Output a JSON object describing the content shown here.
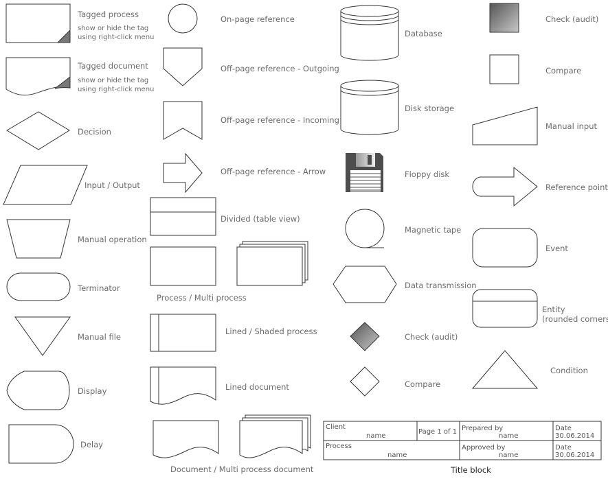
{
  "shapes": {
    "tagged_process": {
      "label": "Tagged process",
      "note1": "show or hide the tag",
      "note2": "using right-click menu"
    },
    "tagged_document": {
      "label": "Tagged document",
      "note1": "show or hide the tag",
      "note2": "using right-click menu"
    },
    "decision": "Decision",
    "input_output": "Input / Output",
    "manual_operation": "Manual operation",
    "terminator": "Terminator",
    "manual_file": "Manual file",
    "display": "Display",
    "delay": "Delay",
    "on_page_reference": "On-page reference",
    "off_page_outgoing": "Off-page reference - Outgoing",
    "off_page_incoming": "Off-page reference - Incoming",
    "off_page_arrow": "Off-page reference - Arrow",
    "divided": "Divided (table view)",
    "process_multi": "Process / Multi process",
    "lined_shaded": "Lined / Shaded process",
    "lined_document": "Lined document",
    "document_multi": "Document / Multi process document",
    "database": "Database",
    "disk_storage": "Disk storage",
    "floppy_disk": "Floppy disk",
    "magnetic_tape": "Magnetic tape",
    "data_transmission": "Data transmission",
    "check_audit_diamond": "Check (audit)",
    "compare_diamond": "Compare",
    "check_audit_square": "Check (audit)",
    "compare_square": "Compare",
    "manual_input": "Manual input",
    "reference_point": "Reference point",
    "event": "Event",
    "entity": {
      "line1": "Entity",
      "line2": "(rounded corners)"
    },
    "condition": "Condition"
  },
  "title_block": {
    "caption": "Title block",
    "client_label": "Client",
    "client_value": "name",
    "page_text": "Page 1  of  1",
    "prepared_label": "Prepared by",
    "prepared_value": "name",
    "date1_label": "Date",
    "date1_value": "30.06.2014",
    "process_label": "Process",
    "process_value": "name",
    "approved_label": "Approved by",
    "approved_value": "name",
    "date2_label": "Date",
    "date2_value": "30.06.2014"
  }
}
